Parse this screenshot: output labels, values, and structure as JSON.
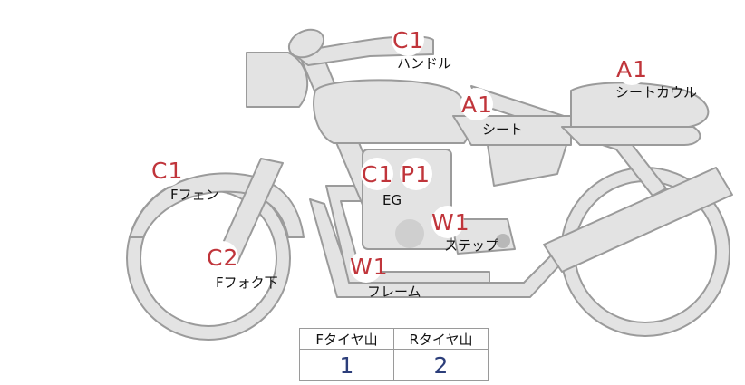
{
  "parts": {
    "handle": {
      "code": "C1",
      "label": "ハンドル"
    },
    "seat_cowl": {
      "code": "A1",
      "label": "シートカウル"
    },
    "seat": {
      "code": "A1",
      "label": "シート"
    },
    "f_fender": {
      "code": "C1",
      "label": "Fフェン"
    },
    "engine": {
      "code1": "C1",
      "code2": "P1",
      "label": "EG"
    },
    "step": {
      "code": "W1",
      "label": "ステップ"
    },
    "f_fork": {
      "code": "C2",
      "label": "Fフォク下"
    },
    "frame": {
      "code": "W1",
      "label": "フレーム"
    }
  },
  "tire_table": {
    "headers": [
      "Fタイヤ山",
      "Rタイヤ山"
    ],
    "values": [
      "1",
      "2"
    ]
  },
  "colors": {
    "body_fill": "#e3e3e3",
    "body_stroke": "#9b9b9b",
    "code_red": "#c0353b",
    "value_blue": "#2c3e7a"
  }
}
